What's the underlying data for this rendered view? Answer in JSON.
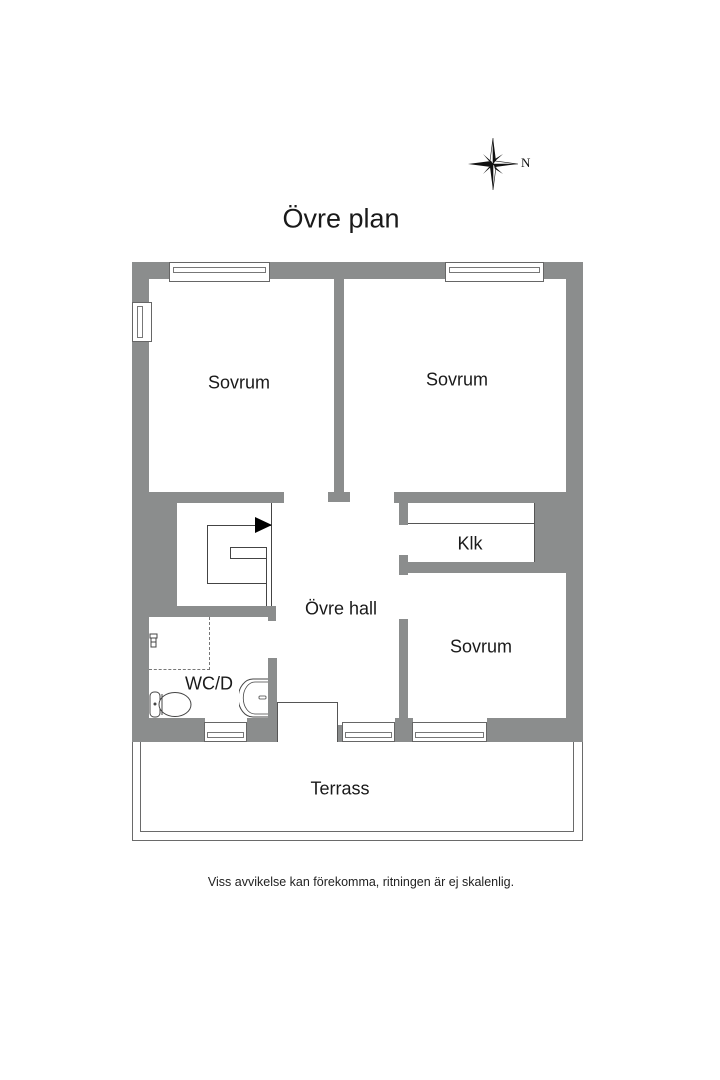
{
  "plan": {
    "title": "Övre plan",
    "compass": {
      "icon": "compass-rose-icon",
      "north_label": "N"
    },
    "disclaimer": "Viss avvikelse kan förekomma, ritningen är ej skalenlig."
  },
  "rooms": [
    {
      "id": "bedroom-top-left",
      "label": "Sovrum"
    },
    {
      "id": "bedroom-top-right",
      "label": "Sovrum"
    },
    {
      "id": "closet",
      "label": "Klk"
    },
    {
      "id": "upper-hall",
      "label": "Övre hall"
    },
    {
      "id": "bedroom-bottom-right",
      "label": "Sovrum"
    },
    {
      "id": "wc-shower",
      "label": "WC/D"
    },
    {
      "id": "terrace",
      "label": "Terrass"
    }
  ],
  "colors": {
    "wall": "#8b8d8d",
    "background": "#ffffff",
    "text": "#1a1a1a",
    "stair_arrow": "#000000"
  },
  "fixtures": [
    {
      "id": "stairs",
      "icon": "stair-arrow-icon"
    },
    {
      "id": "toilet",
      "icon": "toilet-icon"
    },
    {
      "id": "sink",
      "icon": "sink-icon"
    },
    {
      "id": "shower-head",
      "icon": "shower-icon"
    }
  ]
}
